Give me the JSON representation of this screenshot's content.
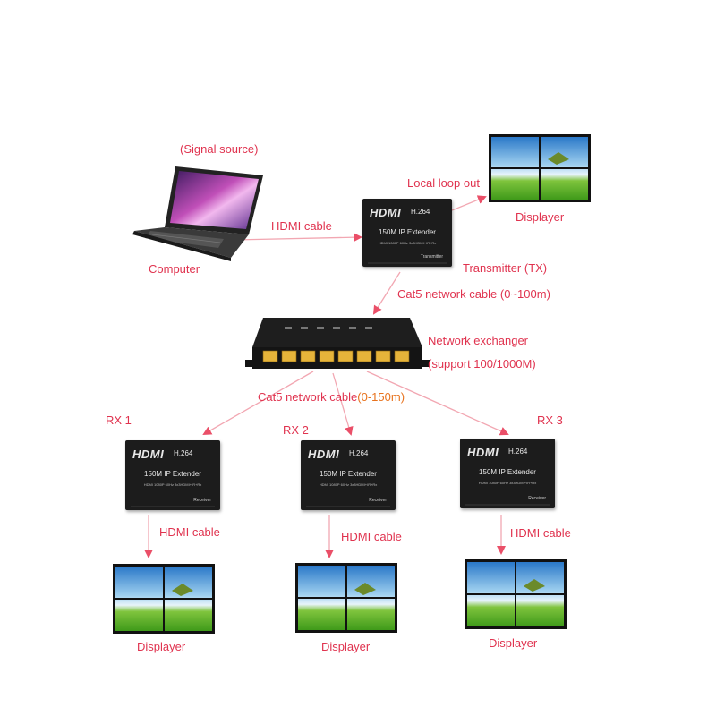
{
  "labels": {
    "signal_source": "(Signal source)",
    "computer": "Computer",
    "hdmi_cable_top": "HDMI cable",
    "local_loop_out": "Local loop out",
    "displayer_top": "Displayer",
    "transmitter": "Transmitter (TX)",
    "cat5_top": "Cat5 network cable (0~100m)",
    "network_exchanger": "Network exchanger",
    "exchanger_support": "(support 100/1000M)",
    "cat5_bottom_prefix": "Cat5 network cable",
    "cat5_bottom_range": "(0-150m)",
    "rx1": "RX 1",
    "rx2": "RX 2",
    "rx3": "RX 3",
    "hdmi_cable_rx1": "HDMI cable",
    "hdmi_cable_rx2": "HDMI cable",
    "hdmi_cable_rx3": "HDMI cable",
    "displayer_rx1": "Displayer",
    "displayer_rx2": "Displayer",
    "displayer_rx3": "Displayer"
  },
  "device": {
    "logo": "HDMI",
    "codec": "H.264",
    "model": "150M IP Extender",
    "spec": "HDMI 1080P 60Hz 3x3HDMI+IR+Rx",
    "tx_role": "Transmitter",
    "rx_role": "Receiver"
  },
  "colors": {
    "label": "#e0334f",
    "arrow": "#f2a7b2",
    "range": "#e8731e",
    "device_body": "#1c1c1c",
    "switch_port": "#e6b43a"
  }
}
